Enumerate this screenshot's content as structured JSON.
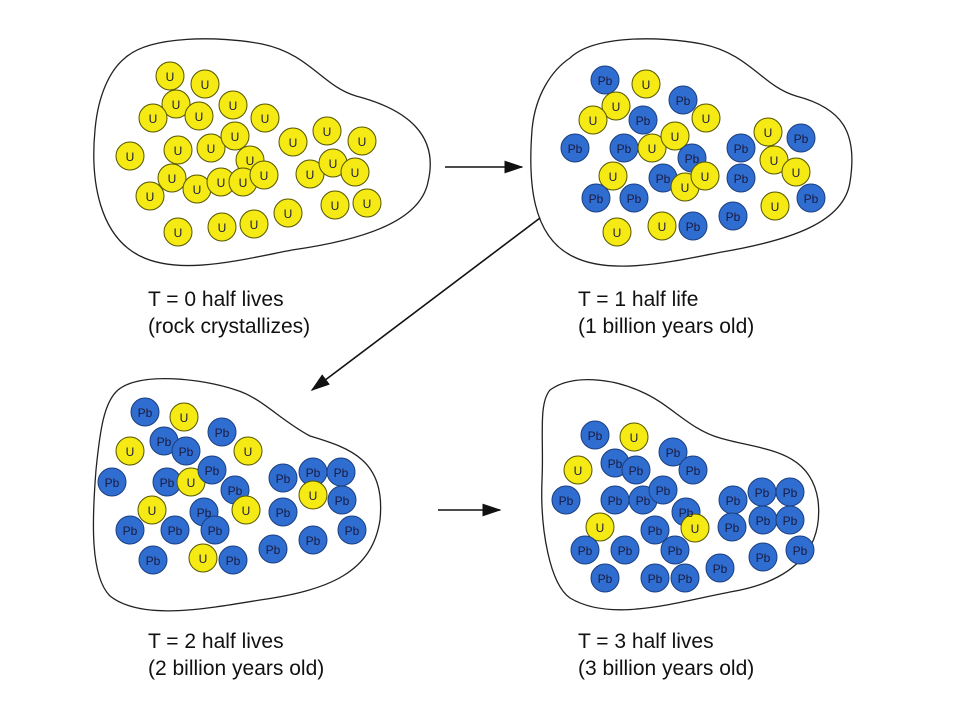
{
  "atom_symbols": {
    "uranium": "U",
    "lead": "Pb"
  },
  "colors": {
    "uranium": "#f5ea14",
    "lead": "#2f6ed0",
    "outline": "#222222"
  },
  "panels": [
    {
      "caption_line1": "T = 0 half lives",
      "caption_line2": "(rock crystallizes)",
      "uranium_count": 30,
      "lead_count": 0
    },
    {
      "caption_line1": "T = 1 half life",
      "caption_line2": "(1 billion years old)",
      "uranium_count": 15,
      "lead_count": 15
    },
    {
      "caption_line1": "T = 2 half lives",
      "caption_line2": "(2 billion years old)",
      "uranium_count": 8,
      "lead_count": 22
    },
    {
      "caption_line1": "T = 3 half lives",
      "caption_line2": "(3 billion years old)",
      "uranium_count": 4,
      "lead_count": 26
    }
  ]
}
